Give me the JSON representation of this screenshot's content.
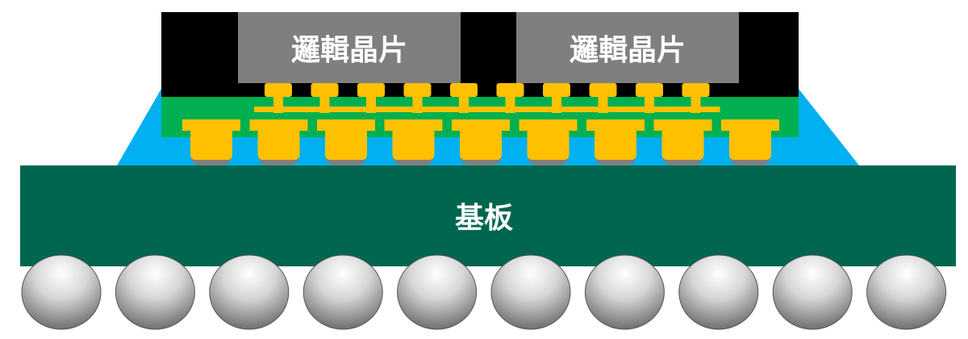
{
  "chips": [
    {
      "label": "邏輯晶片"
    },
    {
      "label": "邏輯晶片"
    }
  ],
  "substrate": {
    "label": "基板"
  },
  "colors": {
    "mold": "#000000",
    "die": "#7f7f7f",
    "redistribution_layer": "#00b050",
    "bumps": "#ffc000",
    "underfill": "#00b0f0",
    "substrate": "#00664f",
    "solder_balls": "#d0d0d0",
    "label_text": "#ffffff"
  },
  "counts": {
    "micro_bump_columns": 10,
    "c4_bumps": 9,
    "solder_balls": 10
  }
}
